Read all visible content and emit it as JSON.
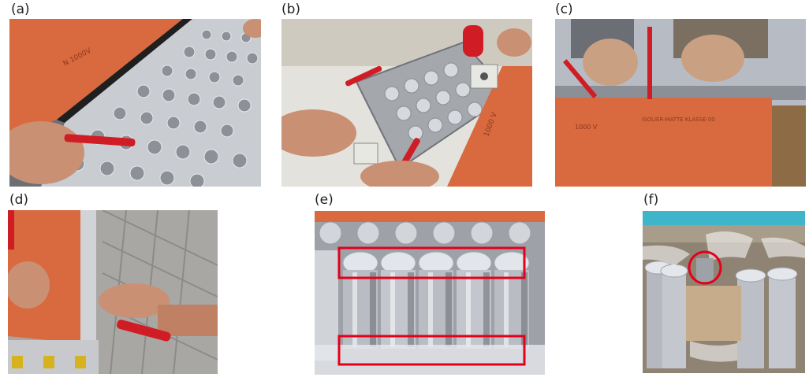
{
  "panels": [
    {
      "id": "a",
      "label": "(a)",
      "print_a": "N 1000V"
    },
    {
      "id": "b",
      "label": "(b)",
      "print_a": "1000 V"
    },
    {
      "id": "c",
      "label": "(c)",
      "print_a": "1000 V",
      "print_b": "ISOLIER-MATTE KLASSE 00"
    },
    {
      "id": "d",
      "label": "(d)"
    },
    {
      "id": "e",
      "label": "(e)"
    },
    {
      "id": "f",
      "label": "(f)"
    }
  ],
  "colors": {
    "mat": "#d9693f",
    "mat_dark": "#b9502d",
    "handle": "#d01d25",
    "highlight": "#e3001b",
    "steel": "#b8bcc2",
    "skin": "#c99074"
  }
}
